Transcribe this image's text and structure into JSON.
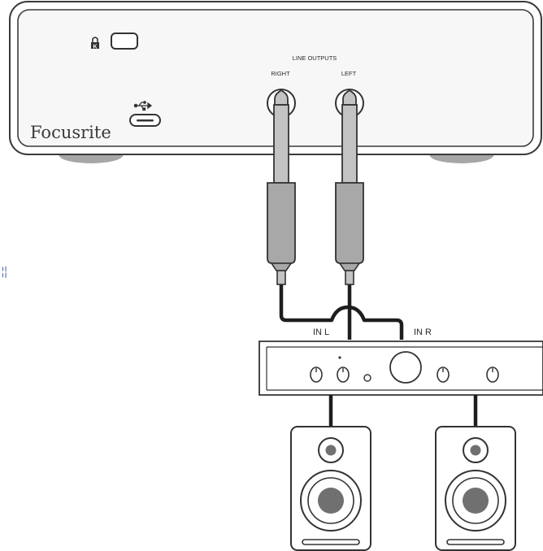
{
  "interface": {
    "brand": "Focusrite",
    "outputs_title": "LINE OUTPUTS",
    "right_label": "RIGHT",
    "left_label": "LEFT"
  },
  "amplifier": {
    "in_left_label": "IN L",
    "in_right_label": "IN R"
  },
  "side_tab": "ΞΞ"
}
